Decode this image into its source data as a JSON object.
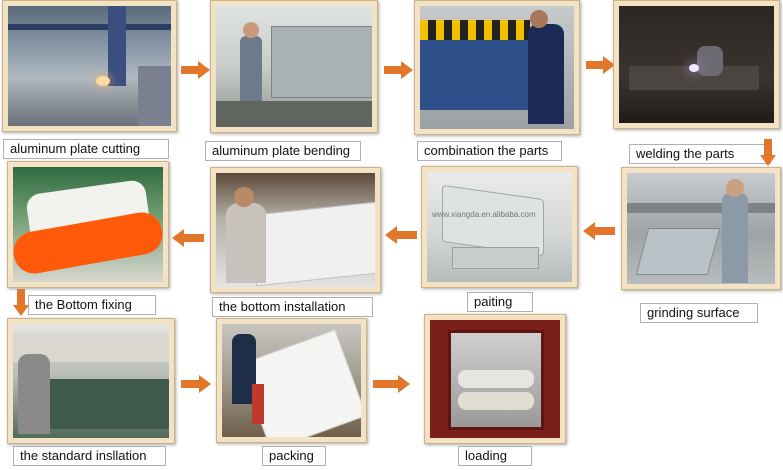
{
  "steps": [
    {
      "label": "aluminum plate cutting"
    },
    {
      "label": "aluminum plate bending"
    },
    {
      "label": "combination the parts"
    },
    {
      "label": "welding the parts"
    },
    {
      "label": "grinding surface"
    },
    {
      "label": "paiting",
      "watermark": "www.xiangda.en.alibaba.com"
    },
    {
      "label": "the bottom installation"
    },
    {
      "label": "the Bottom fixing"
    },
    {
      "label": "the standard insllation"
    },
    {
      "label": "packing"
    },
    {
      "label": "loading"
    }
  ],
  "colors": {
    "arrow": "#e2762a",
    "frame": "#f3e3c4"
  }
}
